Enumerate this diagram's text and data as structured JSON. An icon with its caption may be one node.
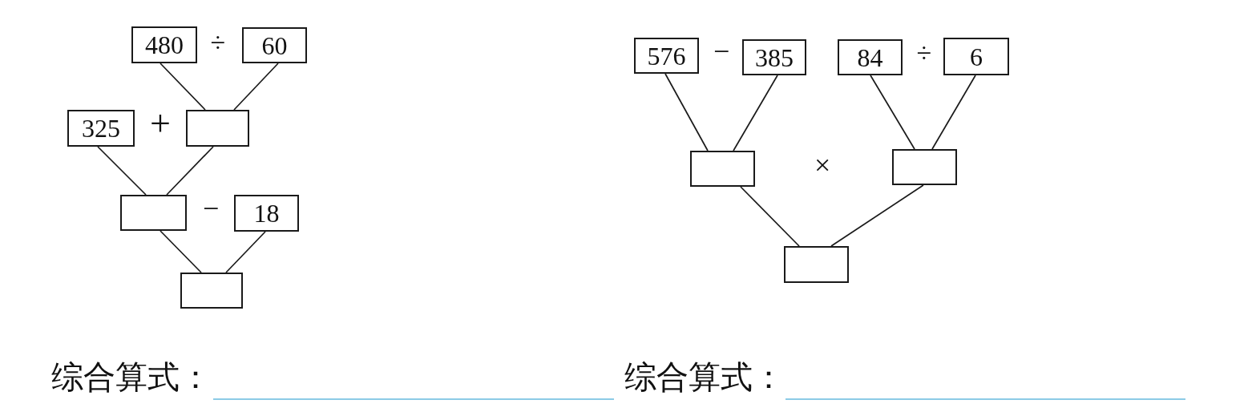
{
  "diagram": {
    "nodes": [
      {
        "text": [
          "480"
        ]
      },
      {
        "text": [
          "60"
        ]
      },
      {
        "text": [
          "325"
        ]
      },
      {
        "text": [],
        "shape": "box"
      },
      {
        "text": [],
        "shape": "box"
      },
      {
        "text": [
          "18"
        ]
      },
      {
        "text": [],
        "shape": "box"
      },
      {
        "text": [
          "576"
        ]
      },
      {
        "text": [
          "385"
        ]
      },
      {
        "text": [
          "84"
        ]
      },
      {
        "text": [
          "6"
        ]
      },
      {
        "text": [],
        "shape": "box"
      },
      {
        "text": [],
        "shape": "box"
      },
      {
        "text": [],
        "shape": "box"
      }
    ],
    "edges": [
      {
        "from": 0,
        "to": 3,
        "arrow": "none"
      },
      {
        "from": 1,
        "to": 3,
        "arrow": "none"
      },
      {
        "from": 2,
        "to": 4,
        "arrow": "none"
      },
      {
        "from": 3,
        "to": 4,
        "arrow": "none"
      },
      {
        "from": 4,
        "to": 6,
        "arrow": "none"
      },
      {
        "from": 5,
        "to": 6,
        "arrow": "none"
      },
      {
        "from": 7,
        "to": 11,
        "arrow": "none"
      },
      {
        "from": 8,
        "to": 11,
        "arrow": "none"
      },
      {
        "from": 9,
        "to": 12,
        "arrow": "none"
      },
      {
        "from": 10,
        "to": 12,
        "arrow": "none"
      },
      {
        "from": 11,
        "to": 13,
        "arrow": "none"
      },
      {
        "from": 12,
        "to": 13,
        "arrow": "none"
      }
    ],
    "labels": [
      "÷",
      "+",
      "−",
      "−",
      "÷",
      "×",
      "综合算式：",
      "综合算式："
    ]
  }
}
